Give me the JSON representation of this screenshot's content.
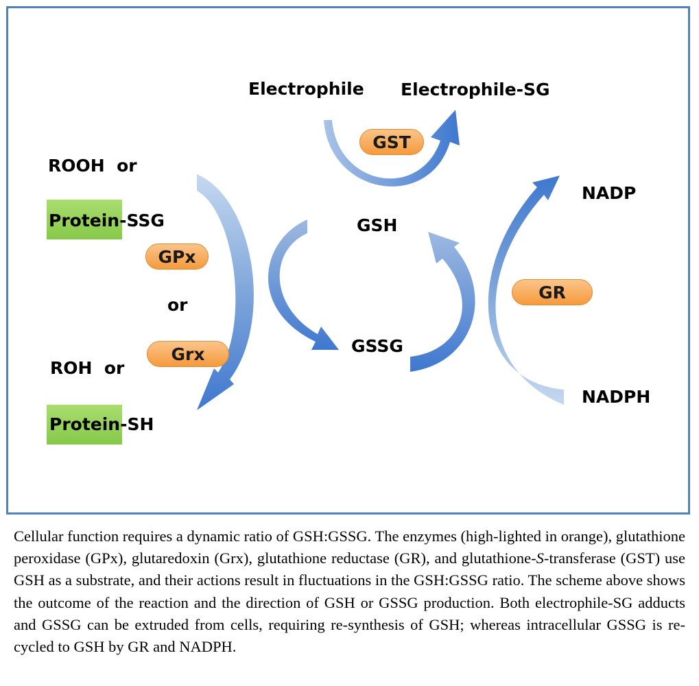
{
  "diagram": {
    "electrophile": "Electrophile",
    "electrophile_sg": "Electrophile-SG",
    "gst": "GST",
    "rooh_or": "ROOH  or",
    "protein_ssg_a": "Protein",
    "protein_ssg_b": "-SSG",
    "gpx": "GPx",
    "or": "or",
    "grx": "Grx",
    "roh_or": "ROH  or",
    "protein_sh_a": "Protein",
    "protein_sh_b": "-SH",
    "gsh": "GSH",
    "gssg": "GSSG",
    "nadp": "NADP",
    "gr": "GR",
    "nadph": "NADPH"
  },
  "colors": {
    "frame": "#4f81bd",
    "arrow": "#4a7fd0",
    "enzyme_pill": "#f7a450",
    "protein_highlight": "#92d050"
  },
  "caption": {
    "part1": "Cellular function requires a dynamic ratio of GSH:GSSG. The enzymes (high-lighted in orange), glutathione peroxidase (GPx), glutaredoxin (Grx), glutathione reductase (GR), and glutathione-",
    "italic_s": "S",
    "part2": "-transferase (GST) use GSH as a substrate, and their actions result in fluctuations in the GSH:GSSG ratio. The scheme above shows the outcome of the reaction and the direction of GSH or GSSG production. Both electrophile-SG adducts and GSSG can be extruded from cells, requiring re-synthesis of GSH; whereas intracellular GSSG is re-cycled to GSH by GR and NADPH."
  }
}
